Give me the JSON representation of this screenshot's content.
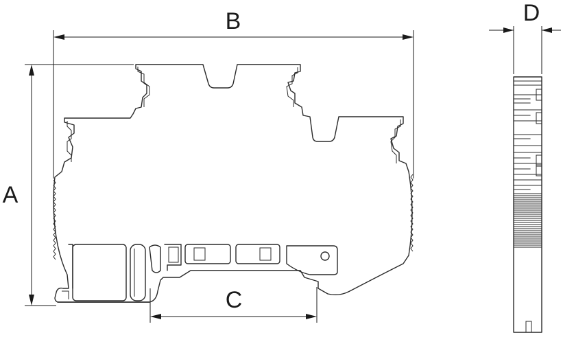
{
  "labels": {
    "a": "A",
    "b": "B",
    "c": "C",
    "d": "D"
  },
  "colors": {
    "line": "#2a2a2a",
    "background": "#ffffff"
  }
}
